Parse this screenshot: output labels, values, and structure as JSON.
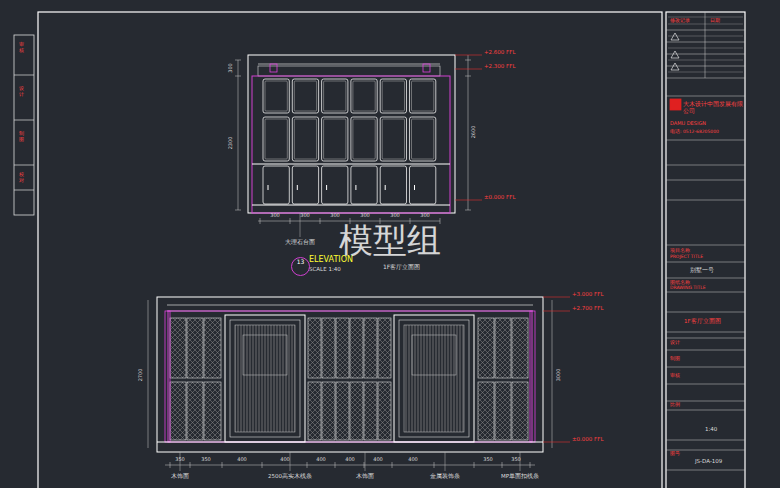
{
  "diagram": {
    "nodes": [
      {
        "text": [
          "13"
        ]
      }
    ],
    "labels": [
      "模型组",
      "ELEVATION",
      "SCALE 1:40",
      "1F客厅立面图",
      "+2.600 FFL",
      "+2.300 FFL",
      "±0.000 FFL",
      "+3.000 FFL",
      "+2.700 FFL",
      "±0.000 FFL",
      "300",
      "300",
      "300",
      "300",
      "300",
      "300",
      "300",
      "2300",
      "2600",
      "350",
      "350",
      "400",
      "400",
      "400",
      "400",
      "400",
      "400",
      "350",
      "350",
      "2700",
      "3000",
      "木饰面",
      "2500高实木线条",
      "木饰面",
      "金属装饰条",
      "MP单面扣线条",
      "大理石台面",
      "修改记录",
      "日期",
      "大木设计中国发展有限公司",
      "DAMU DESIGN",
      "电话: 0512-68205000",
      "项目名称",
      "PROJECT TITLE",
      "别墅一号",
      "图纸名称",
      "DRAWING TITLE",
      "1F客厅立面图",
      "设计",
      "制图",
      "审核",
      "比例",
      "1:40",
      "图号",
      "JS-DA-109",
      "审核",
      "设计",
      "制图",
      "校对"
    ]
  }
}
